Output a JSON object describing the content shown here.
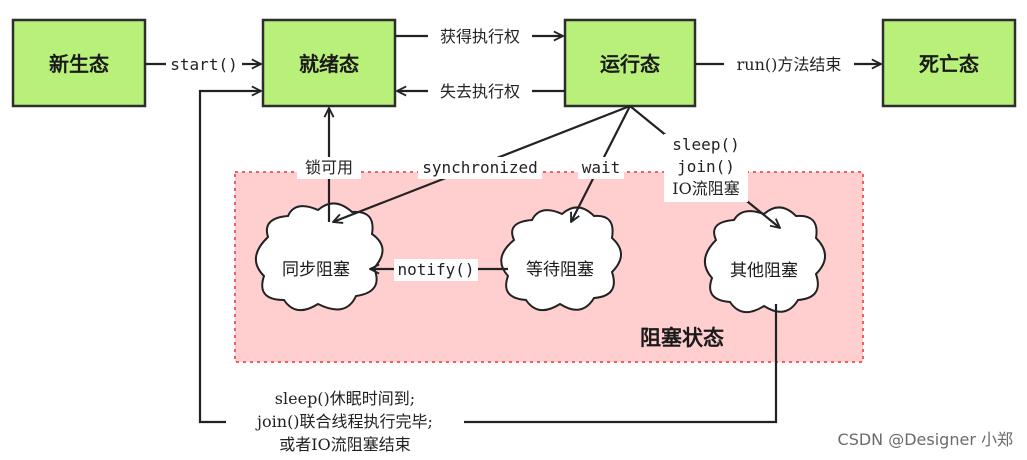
{
  "colors": {
    "state_fill": "#b8f07a",
    "state_stroke": "#2e2e2e",
    "region_fill": "#ffcfcf",
    "region_stroke": "#f06060",
    "cloud_fill": "#ffffff",
    "line": "#222222"
  },
  "states": {
    "new": "新生态",
    "ready": "就绪态",
    "running": "运行态",
    "dead": "死亡态"
  },
  "blocked": {
    "region_label": "阻塞状态",
    "sync": "同步阻塞",
    "wait": "等待阻塞",
    "other": "其他阻塞"
  },
  "transitions": {
    "start": "start()",
    "get_cpu": "获得执行权",
    "lose_cpu": "失去执行权",
    "run_end": "run()方法结束",
    "lock_available": "锁可用",
    "synchronized": "synchronized",
    "wait": "wait",
    "sleep_join_io": [
      "sleep()",
      "join()",
      "IO流阻塞"
    ],
    "notify": "notify()",
    "resume": [
      "sleep()休眠时间到;",
      "join()联合线程执行完毕;",
      "或者IO流阻塞结束"
    ]
  },
  "watermark": "CSDN @Designer 小郑"
}
